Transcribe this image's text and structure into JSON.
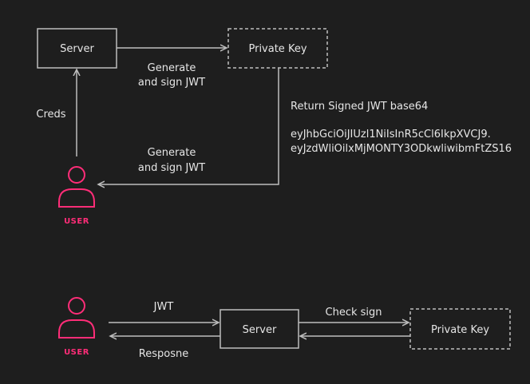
{
  "colors": {
    "background": "#1e1e1e",
    "text": "#e6e6e6",
    "line": "#bdbdbd",
    "user_accent": "#ff2d78"
  },
  "top_flow": {
    "server_box": {
      "label": "Server",
      "border": "solid"
    },
    "private_key_box": {
      "label": "Private Key",
      "border": "dashed"
    },
    "user": {
      "icon": "user-icon",
      "label": "USER"
    },
    "arrow_creds": {
      "label": "Creds"
    },
    "arrow_server_to_key": {
      "label_line1": "Generate",
      "label_line2": "and sign JWT"
    },
    "arrow_key_to_user": {
      "label_line1": "Generate",
      "label_line2": "and sign JWT"
    },
    "return_note": {
      "title": "Return Signed JWT base64",
      "token_line1": "eyJhbGciOiJIUzl1NiIsInR5cCl6IkpXVCJ9.",
      "token_line2": "eyJzdWliOilxMjMONTY3ODkwliwibmFtZS16"
    }
  },
  "bottom_flow": {
    "user": {
      "icon": "user-icon",
      "label": "USER"
    },
    "server_box": {
      "label": "Server",
      "border": "solid"
    },
    "private_key_box": {
      "label": "Private Key",
      "border": "dashed"
    },
    "arrow_jwt": {
      "label": "JWT"
    },
    "arrow_response": {
      "label": "Resposne"
    },
    "arrow_check_sign": {
      "label": "Check sign"
    }
  }
}
